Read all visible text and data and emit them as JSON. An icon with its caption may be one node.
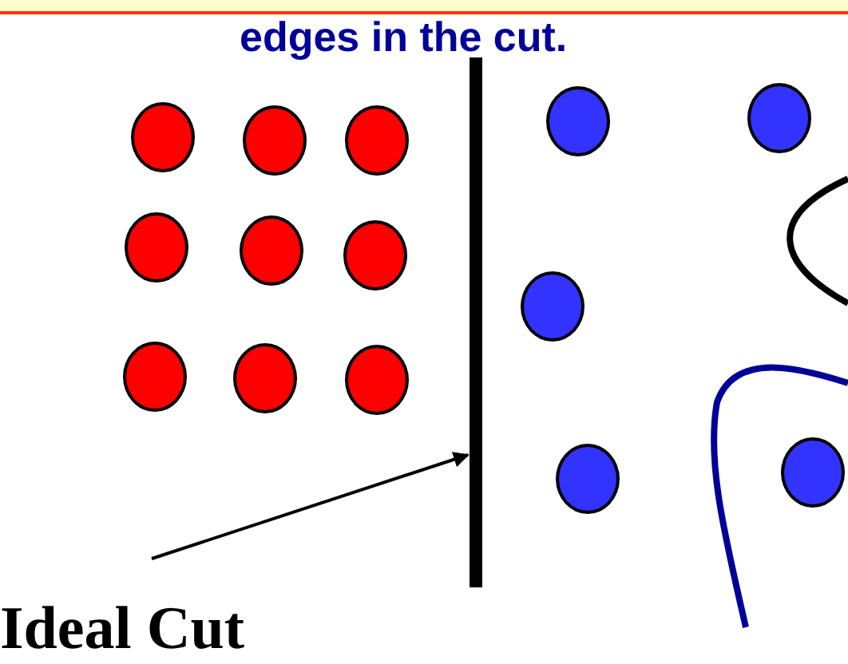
{
  "diagram": {
    "title": "edges in the cut.",
    "nodes": [
      {
        "text": [],
        "shape": "circle"
      },
      {
        "text": [],
        "shape": "circle"
      },
      {
        "text": [],
        "shape": "circle"
      },
      {
        "text": [],
        "shape": "circle"
      },
      {
        "text": [],
        "shape": "circle"
      },
      {
        "text": [],
        "shape": "circle"
      },
      {
        "text": [],
        "shape": "circle"
      },
      {
        "text": [],
        "shape": "circle"
      },
      {
        "text": [],
        "shape": "circle"
      },
      {
        "text": [],
        "shape": "bar"
      },
      {
        "text": [],
        "shape": "circle"
      },
      {
        "text": [],
        "shape": "circle"
      },
      {
        "text": [],
        "shape": "circle"
      },
      {
        "text": [],
        "shape": "circle"
      },
      {
        "text": [],
        "shape": "circle"
      },
      {
        "text": [
          "Ideal Cut"
        ]
      }
    ],
    "edges": [
      {
        "from": 15,
        "to": 9,
        "arrow": "to"
      }
    ]
  }
}
